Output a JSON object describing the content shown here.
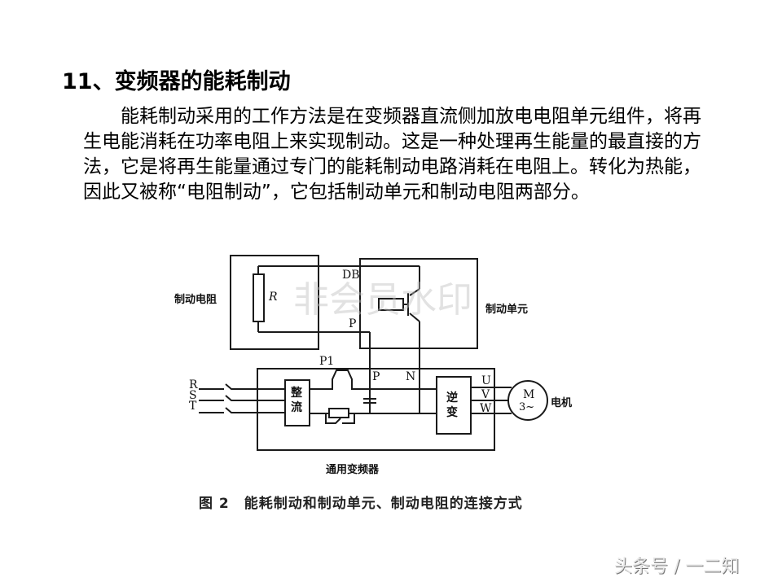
{
  "slide": {
    "title": "11、变频器的能耗制动",
    "paragraph": "能耗制动采用的工作方法是在变频器直流侧加放电电阻单元组件，将再生电能消耗在功率电阻上来实现制动。这是一种处理再生能量的最直接的方法，它是将再生能量通过专门的能耗制动电路消耗在电阻上。转化为热能，因此又被称“电阻制动”，它包括制动单元和制动电阻两部分。"
  },
  "diagram": {
    "labels": {
      "brake_resistor": "制动电阻",
      "resistor_symbol": "R",
      "db_terminal": "DB",
      "p_terminal_upper": "P",
      "brake_unit": "制动单元",
      "p1_terminal": "P1",
      "p_terminal": "P",
      "n_terminal": "N",
      "input_r": "R",
      "input_s": "S",
      "input_t": "T",
      "rectifier": "整流",
      "inverter": "逆变",
      "output_u": "U",
      "output_v": "V",
      "output_w": "W",
      "motor_symbol": "M",
      "motor_phase": "3~",
      "motor": "电机",
      "general_inverter": "通用变频器"
    },
    "caption": "图 2　能耗制动和制动单元、制动电阻的连接方式",
    "watermark": "非会员水印"
  },
  "footer": {
    "credit": "头条号 / 一二知"
  }
}
